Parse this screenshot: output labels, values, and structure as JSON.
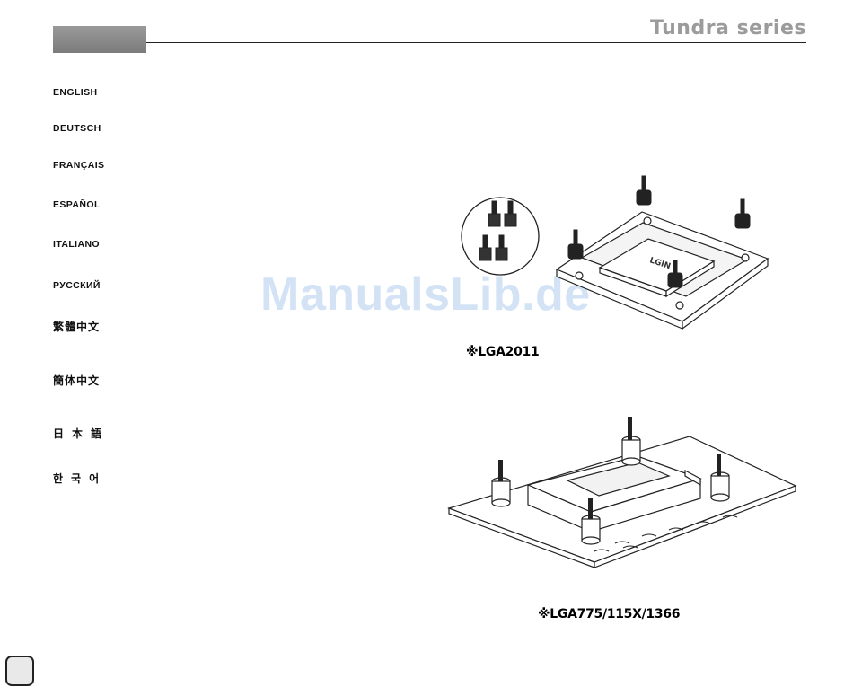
{
  "header": {
    "series_title": "Tundra series"
  },
  "languages": [
    {
      "label": "ENGLISH"
    },
    {
      "label": "DEUTSCH"
    },
    {
      "label": "FRANÇAIS"
    },
    {
      "label": "ESPAÑOL"
    },
    {
      "label": "ITALIANO"
    },
    {
      "label": "РУССКИЙ"
    },
    {
      "label": "繁體中文"
    },
    {
      "label": "簡体中文"
    },
    {
      "label": "日本語"
    },
    {
      "label": "한국어"
    }
  ],
  "watermark": "ManualsLib.de",
  "figures": {
    "lga2011_caption": "※LGA2011",
    "lga775_caption": "※LGA775/115X/1366"
  },
  "colors": {
    "watermark": "#cfe0f4",
    "series_title": "#9b9b9b",
    "tab_block": "#8a8a8a"
  }
}
